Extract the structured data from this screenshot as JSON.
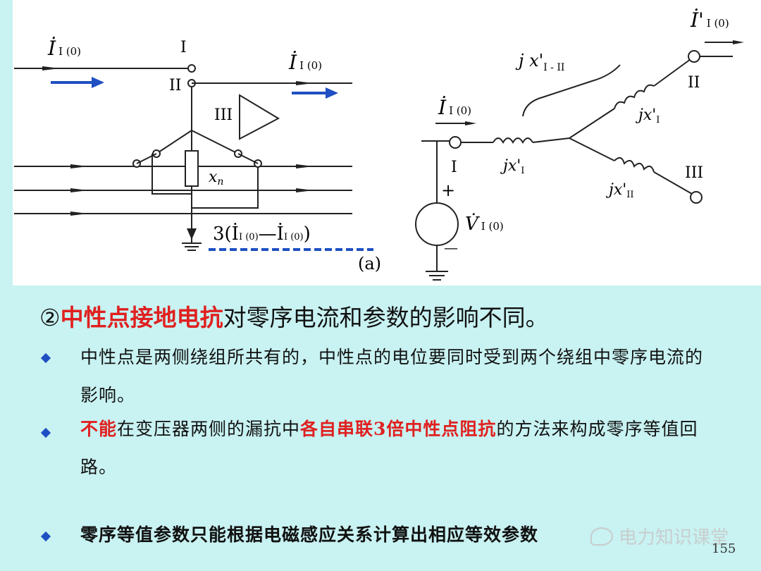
{
  "figure": {
    "left": {
      "I_top": "I",
      "I_II": "II",
      "I_III": "III",
      "current_in": "İ",
      "current_in_sub": "I (0)",
      "current_out": "İ",
      "current_out_sub": "I (0)",
      "reactance_label": "x",
      "reactance_sub": "n",
      "neutral_current": "3(İ",
      "neutral_current_sub1": "I (0)",
      "neutral_current_mid": "—İ",
      "neutral_current_sub2": "I (0)",
      "neutral_current_end": ")",
      "subfig": "(a)"
    },
    "right": {
      "current_in": "İ",
      "current_in_sub": "I (0)",
      "current_out": "İ'",
      "current_out_sub": "I (0)",
      "mutual": "j x'",
      "mutual_sub": "I - II",
      "jx1": "jx'",
      "jx1_sub": "I",
      "jx2": "jx'",
      "jx2_sub": "I",
      "jx3": "jx'",
      "jx3_sub": "II",
      "node_I": "I",
      "node_II": "II",
      "node_III": "III",
      "plus": "+",
      "minus": "—",
      "voltage": "V̇",
      "voltage_sub": "I (0)"
    }
  },
  "heading": {
    "num": "②",
    "red": "中性点接地电抗",
    "rest": "对零序电流和参数的影响不同。"
  },
  "bullets": {
    "b1": "中性点是两侧绕组所共有的，中性点的电位要同时受到两个绕组中零序电流的影响。",
    "b2_red1": "不能",
    "b2_t1": "在变压器两侧的漏抗中",
    "b2_red2": "各自串联3倍中性点阻抗",
    "b2_t2": "的方法来构成零序等值回路。",
    "b3": "零序等值参数只能根据电磁感应关系计算出相应等效参数"
  },
  "page_number": "155",
  "watermark": "电力知识课堂",
  "colors": {
    "background": "#c9f2f2",
    "figure_bg": "#ffffff",
    "red": "#e02020",
    "blue": "#1f4fc2"
  }
}
